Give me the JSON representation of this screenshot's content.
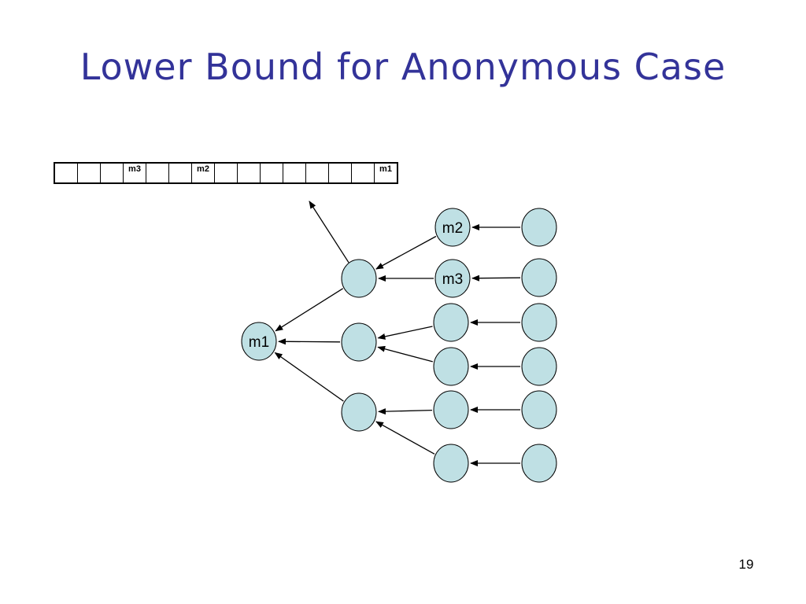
{
  "slide": {
    "title": "Lower Bound for Anonymous Case",
    "page_number": "19"
  },
  "tape": {
    "cells": [
      "",
      "",
      "",
      "m3",
      "",
      "",
      "m2",
      "",
      "",
      "",
      "",
      "",
      "",
      "",
      "m1"
    ]
  },
  "graph": {
    "node_fill": "#bfe0e4",
    "edge_color": "#000000",
    "nodes": [
      {
        "id": "root",
        "label": "m1"
      },
      {
        "id": "a",
        "label": ""
      },
      {
        "id": "b",
        "label": ""
      },
      {
        "id": "c",
        "label": ""
      },
      {
        "id": "a1",
        "label": "m2"
      },
      {
        "id": "a2",
        "label": "m3"
      },
      {
        "id": "b1",
        "label": ""
      },
      {
        "id": "b2",
        "label": ""
      },
      {
        "id": "c1",
        "label": ""
      },
      {
        "id": "c2",
        "label": ""
      },
      {
        "id": "r1",
        "label": ""
      },
      {
        "id": "r2",
        "label": ""
      },
      {
        "id": "r3",
        "label": ""
      },
      {
        "id": "r4",
        "label": ""
      },
      {
        "id": "r5",
        "label": ""
      },
      {
        "id": "r6",
        "label": ""
      }
    ],
    "edges": [
      {
        "from": "a",
        "to": "tape"
      },
      {
        "from": "a",
        "to": "root"
      },
      {
        "from": "b",
        "to": "root"
      },
      {
        "from": "c",
        "to": "root"
      },
      {
        "from": "a1",
        "to": "a"
      },
      {
        "from": "a2",
        "to": "a"
      },
      {
        "from": "b1",
        "to": "b"
      },
      {
        "from": "b2",
        "to": "b"
      },
      {
        "from": "c1",
        "to": "c"
      },
      {
        "from": "c2",
        "to": "c"
      },
      {
        "from": "r1",
        "to": "a1"
      },
      {
        "from": "r2",
        "to": "a2"
      },
      {
        "from": "r3",
        "to": "b1"
      },
      {
        "from": "r4",
        "to": "b2"
      },
      {
        "from": "r5",
        "to": "c1"
      },
      {
        "from": "r6",
        "to": "c2"
      }
    ]
  }
}
